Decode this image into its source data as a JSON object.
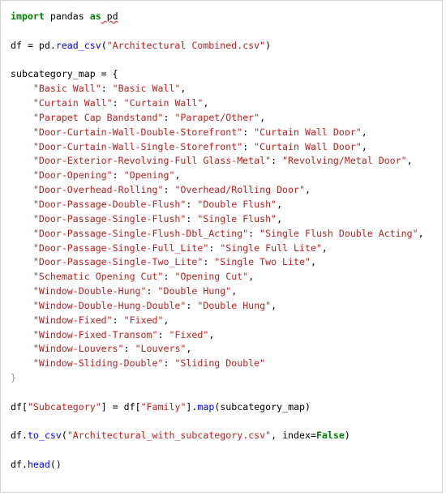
{
  "code": {
    "l1_import": "import",
    "l1_module": " pandas ",
    "l1_as": "as",
    "l1_alias": " pd",
    "l3_prefix": "df = pd.",
    "l3_fn": "read_csv",
    "l3_open": "(",
    "l3_str": "\"Architectural Combined.csv\"",
    "l3_close": ")",
    "l5": "subcategory_map = {",
    "map_entries": [
      {
        "key": "\"Basic Wall\"",
        "value": "\"Basic Wall\""
      },
      {
        "key": "\"Curtain Wall\"",
        "value": "\"Curtain Wall\""
      },
      {
        "key": "\"Parapet Cap Bandstand\"",
        "value": "\"Parapet/Other\""
      },
      {
        "key": "\"Door-Curtain-Wall-Double-Storefront\"",
        "value": "\"Curtain Wall Door\""
      },
      {
        "key": "\"Door-Curtain-Wall-Single-Storefront\"",
        "value": "\"Curtain Wall Door\""
      },
      {
        "key": "\"Door-Exterior-Revolving-Full Glass-Metal\"",
        "value": "\"Revolving/Metal Door\""
      },
      {
        "key": "\"Door-Opening\"",
        "value": "\"Opening\""
      },
      {
        "key": "\"Door-Overhead-Rolling\"",
        "value": "\"Overhead/Rolling Door\""
      },
      {
        "key": "\"Door-Passage-Double-Flush\"",
        "value": "\"Double Flush\""
      },
      {
        "key": "\"Door-Passage-Single-Flush\"",
        "value": "\"Single Flush\""
      },
      {
        "key": "\"Door-Passage-Single-Flush-Dbl_Acting\"",
        "value": "\"Single Flush Double Acting\""
      },
      {
        "key": "\"Door-Passage-Single-Full_Lite\"",
        "value": "\"Single Full Lite\""
      },
      {
        "key": "\"Door-Passage-Single-Two_Lite\"",
        "value": "\"Single Two Lite\""
      },
      {
        "key": "\"Schematic Opening Cut\"",
        "value": "\"Opening Cut\""
      },
      {
        "key": "\"Window-Double-Hung\"",
        "value": "\"Double Hung\""
      },
      {
        "key": "\"Window-Double-Hung-Double\"",
        "value": "\"Double Hung\""
      },
      {
        "key": "\"Window-Fixed\"",
        "value": "\"Fixed\""
      },
      {
        "key": "\"Window-Fixed-Transom\"",
        "value": "\"Fixed\""
      },
      {
        "key": "\"Window-Louvers\"",
        "value": "\"Louvers\""
      },
      {
        "key": "\"Window-Sliding-Double\"",
        "value": "\"Sliding Double\""
      }
    ],
    "close_brace": "}",
    "l28_a": "df[",
    "l28_s1": "\"Subcategory\"",
    "l28_b": "] = df[",
    "l28_s2": "\"Family\"",
    "l28_c": "].",
    "l28_fn": "map",
    "l28_d": "(subcategory_map)",
    "l30_a": "df.",
    "l30_fn": "to_csv",
    "l30_open": "(",
    "l30_str": "\"Architectural_with_subcategory.csv\"",
    "l30_mid": ", index=",
    "l30_false": "False",
    "l30_close": ")",
    "l32_a": "df.",
    "l32_fn": "head",
    "l32_b": "()"
  }
}
